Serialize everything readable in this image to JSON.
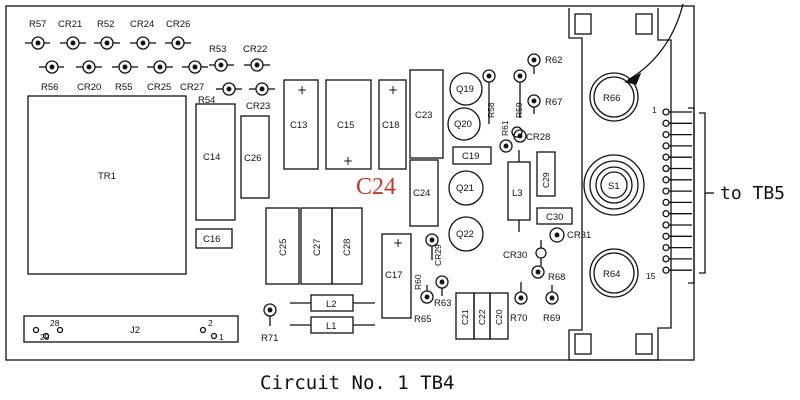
{
  "caption": "Circuit No. 1 TB4",
  "connector_label": "to TB5",
  "highlight_label": "C24",
  "plus_sign": "+",
  "labels": {
    "R57": "R57",
    "CR21": "CR21",
    "R52": "R52",
    "CR24": "CR24",
    "CR26": "CR26",
    "R56": "R56",
    "CR20": "CR20",
    "R55": "R55",
    "CR25": "CR25",
    "CR27": "CR27",
    "R53": "R53",
    "CR22": "CR22",
    "R54": "R54",
    "CR23": "CR23",
    "TR1": "TR1",
    "C14": "C14",
    "C26": "C26",
    "C16": "C16",
    "C13": "C13",
    "C15": "C15",
    "C18": "C18",
    "C23": "C23",
    "C19": "C19",
    "C24": "C24",
    "C25": "C25",
    "C27": "C27",
    "C28": "C28",
    "C17": "C17",
    "L2": "L2",
    "L1": "L1",
    "J2": "J2",
    "R71": "R71",
    "Q19": "Q19",
    "Q20": "Q20",
    "Q21": "Q21",
    "Q22": "Q22",
    "R58": "R58",
    "R59": "R59",
    "R61": "R61",
    "R62": "R62",
    "R67": "R67",
    "CR28": "CR28",
    "L3": "L3",
    "C29": "C29",
    "C30": "C30",
    "CR29": "CR29",
    "R60": "R60",
    "R63": "R63",
    "R65": "R65",
    "C21": "C21",
    "C22": "C22",
    "C20": "C20",
    "CR30": "CR30",
    "CR31": "CR31",
    "R68": "R68",
    "R70": "R70",
    "R69": "R69",
    "R66": "R66",
    "S1": "S1",
    "R64": "R64",
    "pin1": "1",
    "pin15": "15",
    "j2_28": "28",
    "j2_29": "29",
    "j2_2": "2",
    "j2_1": "1"
  }
}
